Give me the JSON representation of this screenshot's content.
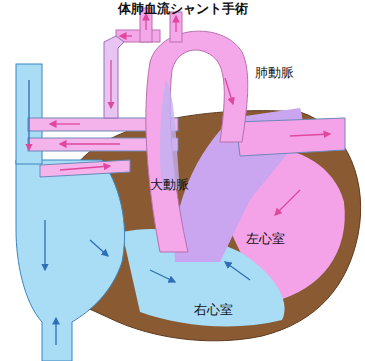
{
  "diagram": {
    "title": "体肺血流シャント手術",
    "labels": [
      "肺動脈",
      "大動脈",
      "左心室",
      "右心室"
    ]
  }
}
